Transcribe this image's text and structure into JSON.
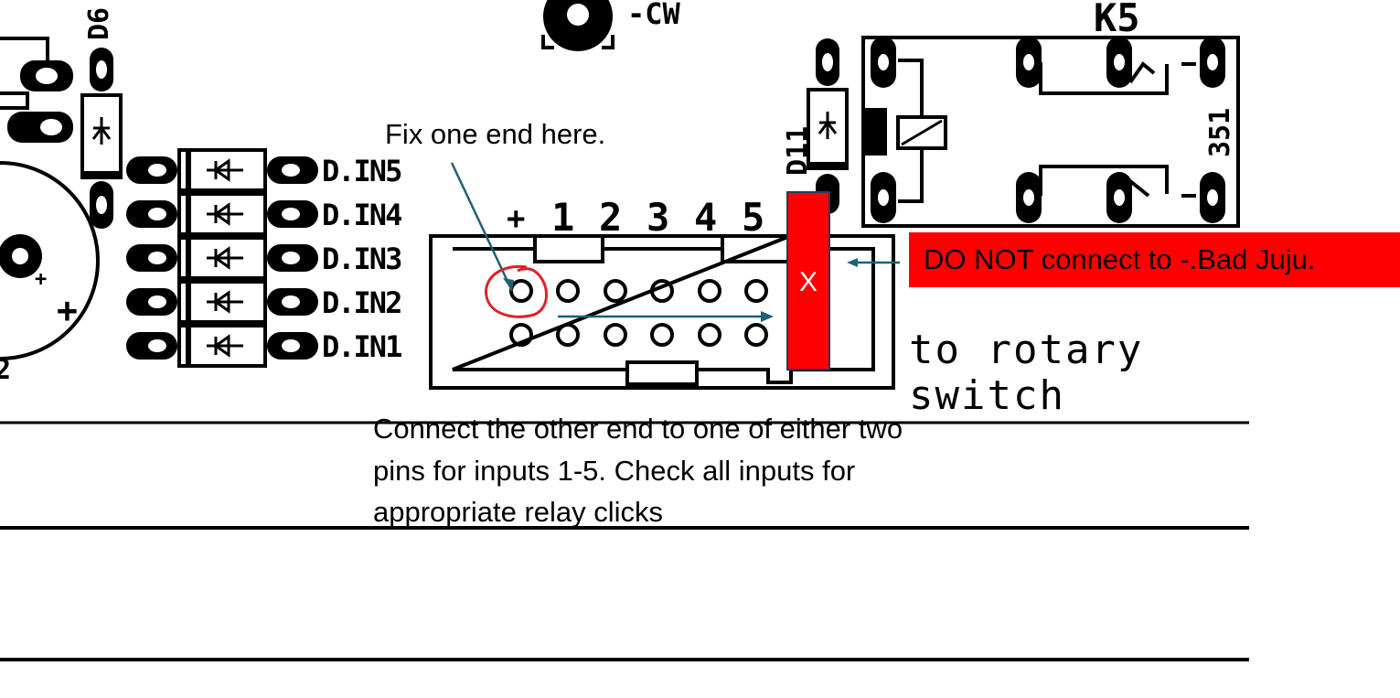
{
  "labels": {
    "k5": "K5",
    "d6": "D6",
    "d11": "D11",
    "relay_code": "351",
    "cw": "-CW",
    "d_in5": "D.IN5",
    "d_in4": "D.IN4",
    "d_in3": "D.IN3",
    "d_in2": "D.IN2",
    "d_in1": "D.IN1",
    "pin_plus": "+",
    "pin_1": "1",
    "pin_2": "2",
    "pin_3": "3",
    "pin_4": "4",
    "pin_5": "5",
    "cap_plus_small": "+",
    "cap_plus": "+",
    "cap_num": "2"
  },
  "annotations": {
    "fix_end": "Fix one end here.",
    "connect_line1": "Connect the other end to one of either two",
    "connect_line2": "pins for inputs 1-5.  Check all inputs for",
    "connect_line3": "appropriate relay clicks",
    "x_mark": "X",
    "warning": "DO NOT connect to -.Bad Juju.",
    "rotary_line1": "to rotary",
    "rotary_line2": "switch"
  },
  "colors": {
    "warning_red": "#ff0000",
    "arrow_blue": "#1f5f7a",
    "circle_red": "#e0202a"
  }
}
